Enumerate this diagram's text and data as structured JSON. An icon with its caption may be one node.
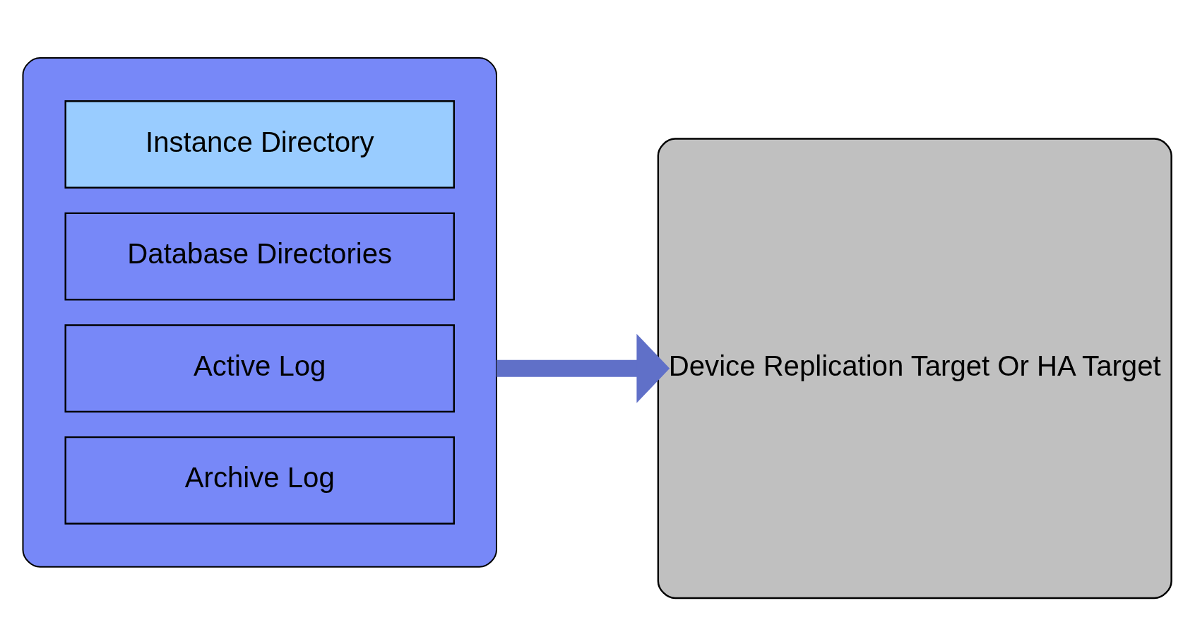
{
  "diagram": {
    "nodes": [
      {
        "text": [],
        "shape": "box"
      },
      {
        "text": [
          "Instance Directory"
        ],
        "in": 0
      },
      {
        "text": [
          "Database Directories"
        ],
        "in": 0
      },
      {
        "text": [
          "Active Log"
        ],
        "in": 0
      },
      {
        "text": [
          "Archive Log"
        ],
        "in": 0
      },
      {
        "text": [
          "Device Replication Target Or HA Target"
        ]
      }
    ],
    "edges": [
      {
        "from": 0,
        "to": 5,
        "arrow": "to"
      }
    ]
  }
}
